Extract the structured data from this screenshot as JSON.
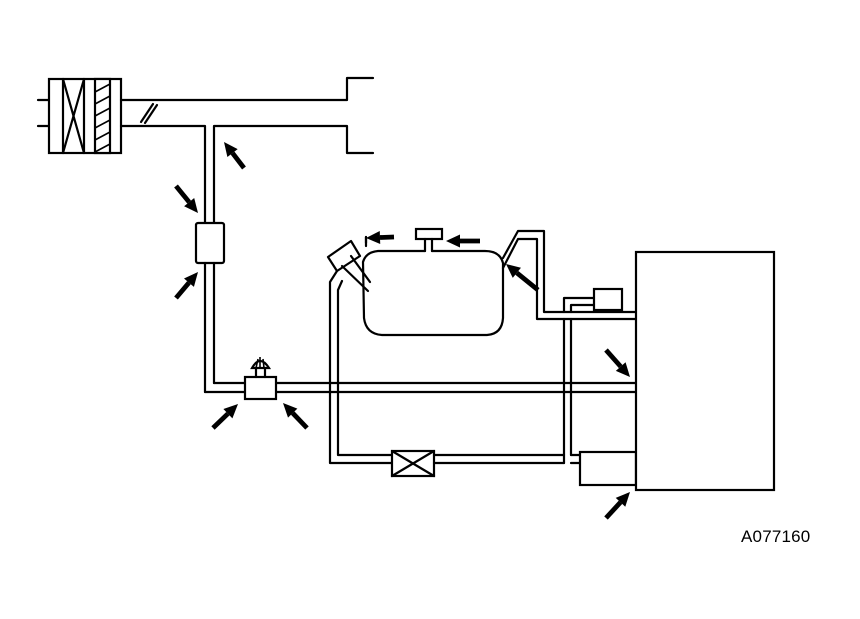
{
  "figure": {
    "reference_code": "A077160"
  },
  "components": [
    {
      "name": "air-filter-icon"
    },
    {
      "name": "intake-pipe"
    },
    {
      "name": "throttle-valve-icon"
    },
    {
      "name": "fuel-filter-icon"
    },
    {
      "name": "purge-valve-icon"
    },
    {
      "name": "fuel-tank"
    },
    {
      "name": "filler-neck"
    },
    {
      "name": "tank-cap-icon"
    },
    {
      "name": "canister-icon"
    },
    {
      "name": "engine-control-unit"
    },
    {
      "name": "small-sensor-box"
    },
    {
      "name": "connector-box"
    }
  ],
  "colors": {
    "line": "#000000",
    "background": "#ffffff"
  }
}
